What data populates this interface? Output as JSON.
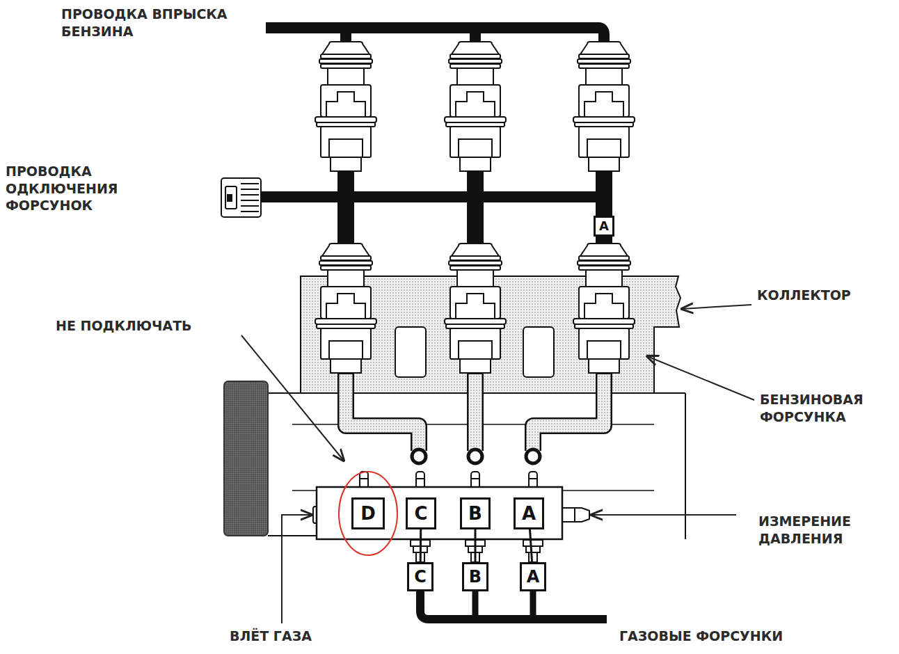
{
  "diagram": {
    "nodes": [
      {
        "text": [
          "A"
        ]
      },
      {
        "text": [
          "D"
        ]
      },
      {
        "text": [
          "C"
        ]
      },
      {
        "text": [
          "B"
        ]
      },
      {
        "text": [
          "A"
        ]
      },
      {
        "text": [
          "C"
        ]
      },
      {
        "text": [
          "B"
        ]
      },
      {
        "text": [
          "A"
        ]
      }
    ],
    "edges": [
      {
        "from": 2,
        "to": 5,
        "arrow": "none"
      },
      {
        "from": 3,
        "to": 6,
        "arrow": "none"
      },
      {
        "from": 4,
        "to": 7,
        "arrow": "none"
      }
    ],
    "labels": [
      "ПРОВОДКА ВПРЫСКА БЕНЗИНА",
      "ПРОВОДКА ОДКЛЮЧЕНИЯ ФОРСУНОК",
      "КОЛЛЕКТОР",
      "НЕ ПОДКЛЮЧАТЬ",
      "БЕНЗИНОВАЯ ФОРСУНКА",
      "ИЗМЕРЕНИЕ ДАВЛЕНИЯ",
      "ВЛЁТ ГАЗА",
      "ГАЗОВЫЕ ФОРСУНКИ"
    ]
  }
}
